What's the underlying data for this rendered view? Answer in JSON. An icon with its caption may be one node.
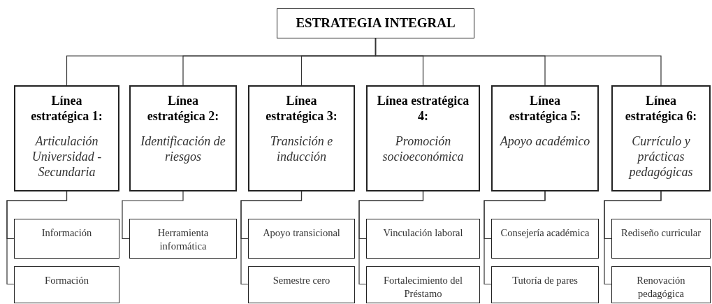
{
  "diagram": {
    "nodes": [
      {
        "text": [
          "ESTRATEGIA INTEGRAL"
        ]
      },
      {
        "text": [
          "Línea estratégica 1:",
          "Articulación Universidad - Secundaria"
        ]
      },
      {
        "text": [
          "Línea estratégica 2:",
          "Identificación de riesgos"
        ]
      },
      {
        "text": [
          "Línea estratégica 3:",
          "Transición e inducción"
        ]
      },
      {
        "text": [
          "Línea estratégica 4:",
          "Promoción socioeconómica"
        ]
      },
      {
        "text": [
          "Línea estratégica 5:",
          "Apoyo académico"
        ]
      },
      {
        "text": [
          "Línea estratégica 6:",
          "Currículo y prácticas pedagógicas"
        ]
      },
      {
        "text": [
          "Información"
        ]
      },
      {
        "text": [
          "Herramienta informática"
        ]
      },
      {
        "text": [
          "Apoyo transicional"
        ]
      },
      {
        "text": [
          "Vinculación laboral"
        ]
      },
      {
        "text": [
          "Consejería académica"
        ]
      },
      {
        "text": [
          "Rediseño curricular"
        ]
      },
      {
        "text": [
          "Formación"
        ]
      },
      {
        "text": [
          "Semestre cero"
        ]
      },
      {
        "text": [
          "Fortalecimiento del Préstamo"
        ]
      },
      {
        "text": [
          "Tutoría de pares"
        ]
      },
      {
        "text": [
          "Renovación pedagógica"
        ]
      }
    ],
    "edges": [
      {
        "from": 0,
        "to": 1,
        "arrow": "none"
      },
      {
        "from": 0,
        "to": 2,
        "arrow": "none"
      },
      {
        "from": 0,
        "to": 3,
        "arrow": "none"
      },
      {
        "from": 0,
        "to": 4,
        "arrow": "none"
      },
      {
        "from": 0,
        "to": 5,
        "arrow": "none"
      },
      {
        "from": 0,
        "to": 6,
        "arrow": "none"
      },
      {
        "from": 1,
        "to": 7,
        "arrow": "none"
      },
      {
        "from": 1,
        "to": 13,
        "arrow": "none"
      },
      {
        "from": 2,
        "to": 8,
        "arrow": "none"
      },
      {
        "from": 3,
        "to": 9,
        "arrow": "none"
      },
      {
        "from": 3,
        "to": 14,
        "arrow": "none"
      },
      {
        "from": 4,
        "to": 10,
        "arrow": "none"
      },
      {
        "from": 4,
        "to": 15,
        "arrow": "none"
      },
      {
        "from": 5,
        "to": 11,
        "arrow": "none"
      },
      {
        "from": 5,
        "to": 16,
        "arrow": "none"
      },
      {
        "from": 6,
        "to": 12,
        "arrow": "none"
      },
      {
        "from": 6,
        "to": 17,
        "arrow": "none"
      }
    ]
  }
}
